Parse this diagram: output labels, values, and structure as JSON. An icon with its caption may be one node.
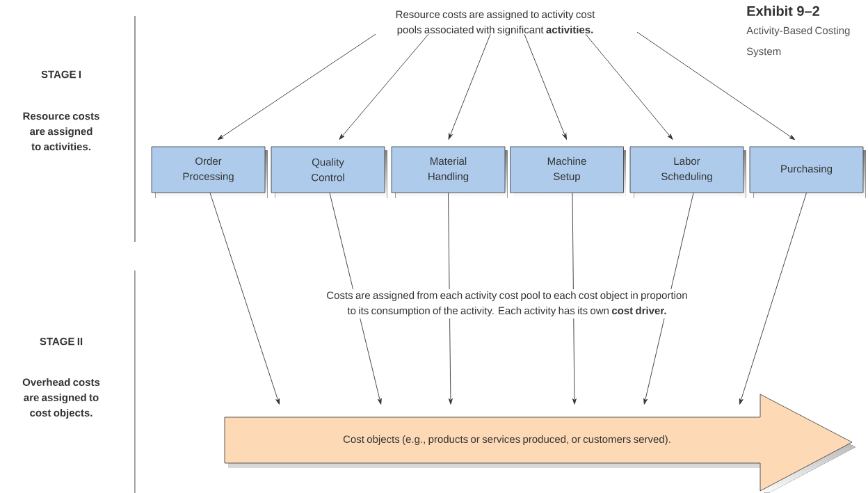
{
  "diagram": {
    "title": "Exhibit 9–2",
    "caption": "Activity-Based Costing System",
    "nodes": [
      {
        "text": [
          "Resource costs are assigned to activity cost pools associated with significant **activities.**"
        ]
      },
      {
        "text": [
          "Order Processing"
        ]
      },
      {
        "text": [
          "Quality Control"
        ]
      },
      {
        "text": [
          "Material Handling"
        ]
      },
      {
        "text": [
          "Machine Setup"
        ]
      },
      {
        "text": [
          "Labor Scheduling"
        ]
      },
      {
        "text": [
          "Purchasing"
        ]
      },
      {
        "text": [
          "Cost objects (e.g., products or services produced, or customers served)."
        ]
      }
    ],
    "edges": [
      {
        "from": 0,
        "to": 1,
        "arrow": "to"
      },
      {
        "from": 0,
        "to": 2,
        "arrow": "to"
      },
      {
        "from": 0,
        "to": 3,
        "arrow": "to"
      },
      {
        "from": 0,
        "to": 4,
        "arrow": "to"
      },
      {
        "from": 0,
        "to": 5,
        "arrow": "to"
      },
      {
        "from": 0,
        "to": 6,
        "arrow": "to"
      },
      {
        "from": 1,
        "to": 7,
        "arrow": "to"
      },
      {
        "from": 2,
        "to": 7,
        "arrow": "to"
      },
      {
        "from": 3,
        "to": 7,
        "arrow": "to"
      },
      {
        "from": 4,
        "to": 7,
        "arrow": "to"
      },
      {
        "from": 5,
        "to": 7,
        "arrow": "to"
      },
      {
        "from": 6,
        "to": 7,
        "arrow": "to"
      }
    ],
    "labels": [
      "STAGE I",
      "Resource costs are assigned to activities.",
      "Costs are assigned from each activity cost pool to each cost object in proportion to its consumption of the activity. Each activity has its own **cost driver.**",
      "STAGE II",
      "Overhead costs are assigned to cost objects."
    ]
  }
}
